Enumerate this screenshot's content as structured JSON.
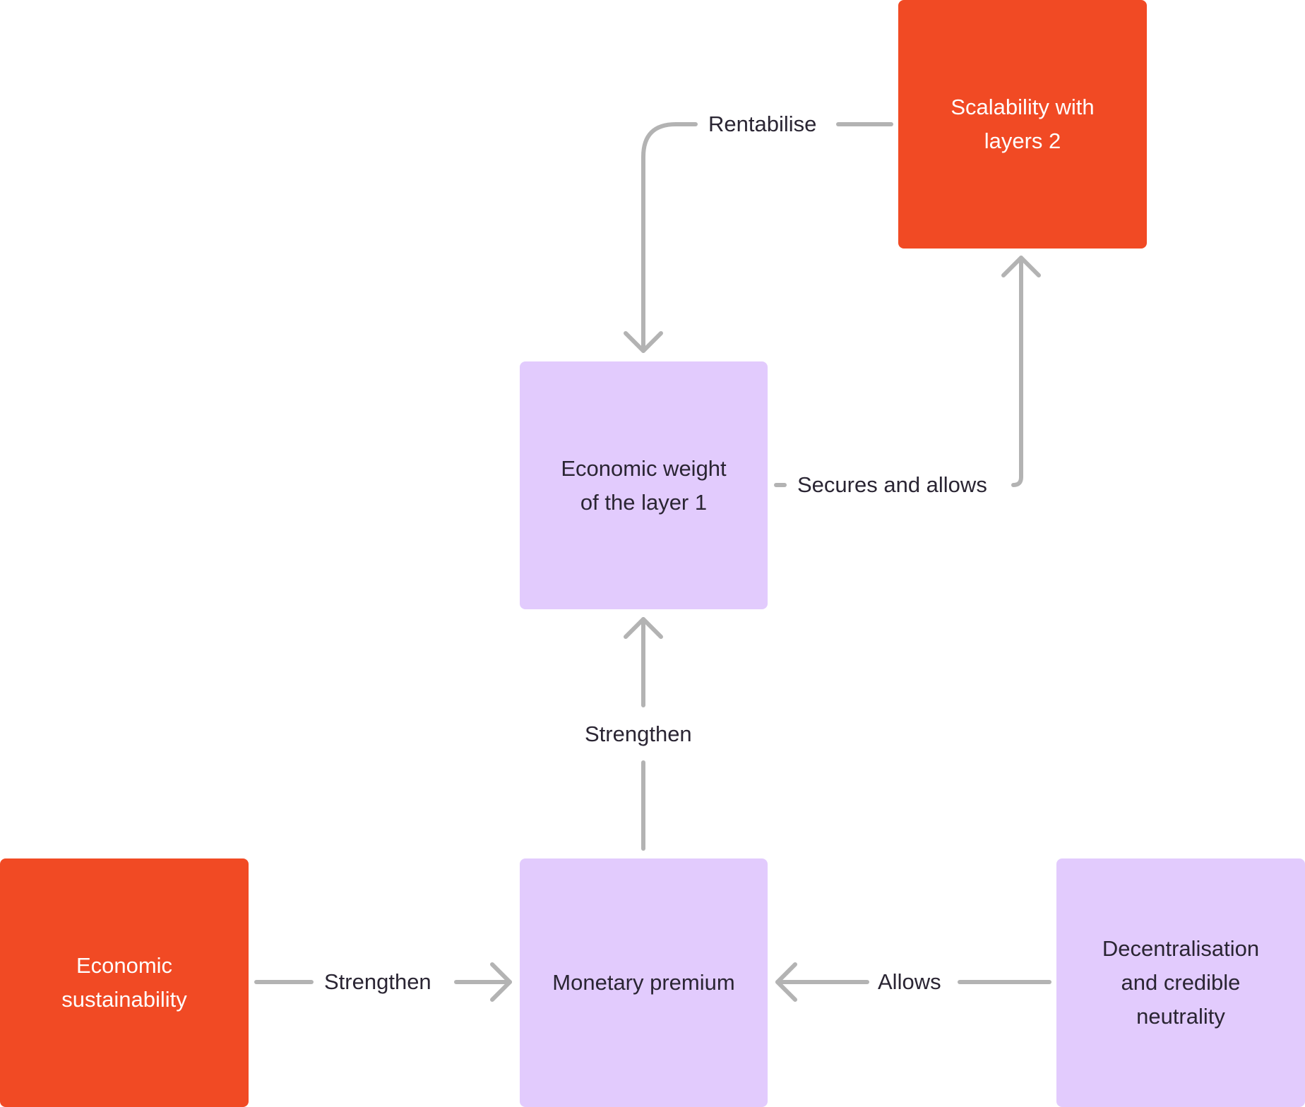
{
  "colors": {
    "accent_orange": "#f14a24",
    "node_purple": "#e2cbfd",
    "connector_gray": "#b3b3b3",
    "text_dark": "#2a2533",
    "text_light": "#ffffff"
  },
  "nodes": {
    "scalability": "Scalability with\nlayers 2",
    "economic_weight": "Economic weight\nof the layer 1",
    "economic_sustainability": "Economic\nsustainability",
    "monetary_premium": "Monetary premium",
    "decentralisation": "Decentralisation\nand credible\nneutrality"
  },
  "edges": {
    "rentabilise": "Rentabilise",
    "secures_and_allows": "Secures and allows",
    "strengthen_vertical": "Strengthen",
    "strengthen_horizontal": "Strengthen",
    "allows": "Allows"
  }
}
